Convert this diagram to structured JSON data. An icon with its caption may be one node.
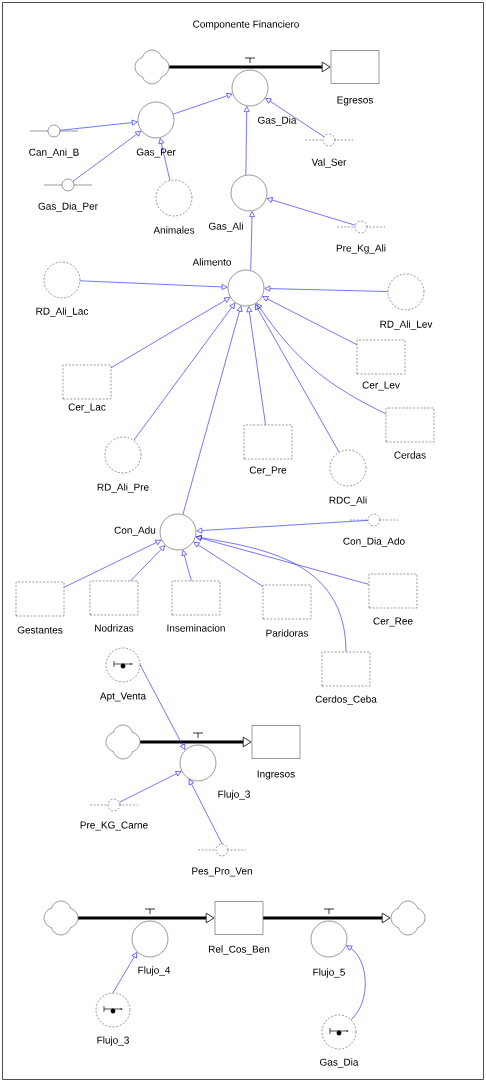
{
  "diagram": {
    "title": "Componente Financiero",
    "nodes": [
      {
        "text": [],
        "shape": "cloud"
      },
      {
        "text": [
          "Egresos"
        ]
      },
      {
        "text": [
          "Gas_Dia"
        ]
      },
      {
        "text": [
          "Can_Ani_B"
        ]
      },
      {
        "text": [
          "Gas_Per"
        ]
      },
      {
        "text": [
          "Gas_Dia_Per"
        ]
      },
      {
        "text": [
          "Animales"
        ]
      },
      {
        "text": [
          "Gas_Ali"
        ]
      },
      {
        "text": [
          "Val_Ser"
        ]
      },
      {
        "text": [
          "Pre_Kg_Ali"
        ]
      },
      {
        "text": [
          "Alimento"
        ]
      },
      {
        "text": [
          "RD_Ali_Lac"
        ]
      },
      {
        "text": [
          "RD_Ali_Lev"
        ]
      },
      {
        "text": [
          "Cer_Lac"
        ]
      },
      {
        "text": [
          "Cer_Lev"
        ]
      },
      {
        "text": [
          "Cer_Pre"
        ]
      },
      {
        "text": [
          "Cerdas"
        ]
      },
      {
        "text": [
          "RD_Ali_Pre"
        ]
      },
      {
        "text": [
          "RDC_Ali"
        ]
      },
      {
        "text": [
          "Con_Adu"
        ]
      },
      {
        "text": [
          "Con_Dia_Ado"
        ]
      },
      {
        "text": [
          "Gestantes"
        ]
      },
      {
        "text": [
          "Nodrizas"
        ]
      },
      {
        "text": [
          "Inseminacion"
        ]
      },
      {
        "text": [
          "Paridoras"
        ]
      },
      {
        "text": [
          "Cer_Ree"
        ]
      },
      {
        "text": [
          "Apt_Venta"
        ]
      },
      {
        "text": [
          "Cerdos_Ceba"
        ]
      },
      {
        "text": [],
        "shape": "cloud"
      },
      {
        "text": [
          "Ingresos"
        ]
      },
      {
        "text": [
          "Flujo_3"
        ]
      },
      {
        "text": [
          "Pre_KG_Carne"
        ]
      },
      {
        "text": [
          "Pes_Pro_Ven"
        ]
      },
      {
        "text": [],
        "shape": "cloud"
      },
      {
        "text": [
          "Flujo_4"
        ]
      },
      {
        "text": [
          "Rel_Cos_Ben"
        ]
      },
      {
        "text": [
          "Flujo_5"
        ]
      },
      {
        "text": [],
        "shape": "cloud"
      },
      {
        "text": [
          "Flujo_3"
        ]
      },
      {
        "text": [
          "Gas_Dia"
        ]
      }
    ],
    "edges": [
      {
        "from": 0,
        "to": 1,
        "arrow": "to",
        "style": "thick",
        "color": "#000000"
      },
      {
        "from": 3,
        "to": 4,
        "arrow": "to"
      },
      {
        "from": 5,
        "to": 4,
        "arrow": "to"
      },
      {
        "from": 6,
        "to": 4,
        "arrow": "to"
      },
      {
        "from": 4,
        "to": 2,
        "arrow": "to"
      },
      {
        "from": 7,
        "to": 2,
        "arrow": "to"
      },
      {
        "from": 8,
        "to": 2,
        "arrow": "to"
      },
      {
        "from": 9,
        "to": 7,
        "arrow": "to"
      },
      {
        "from": 10,
        "to": 7,
        "arrow": "to"
      },
      {
        "from": 11,
        "to": 10,
        "arrow": "to"
      },
      {
        "from": 12,
        "to": 10,
        "arrow": "to"
      },
      {
        "from": 13,
        "to": 10,
        "arrow": "to"
      },
      {
        "from": 14,
        "to": 10,
        "arrow": "to"
      },
      {
        "from": 15,
        "to": 10,
        "arrow": "to"
      },
      {
        "from": 16,
        "to": 10,
        "arrow": "to"
      },
      {
        "from": 17,
        "to": 10,
        "arrow": "to"
      },
      {
        "from": 18,
        "to": 10,
        "arrow": "to"
      },
      {
        "from": 19,
        "to": 10,
        "arrow": "to"
      },
      {
        "from": 20,
        "to": 19,
        "arrow": "to"
      },
      {
        "from": 21,
        "to": 19,
        "arrow": "to"
      },
      {
        "from": 22,
        "to": 19,
        "arrow": "to"
      },
      {
        "from": 23,
        "to": 19,
        "arrow": "to"
      },
      {
        "from": 24,
        "to": 19,
        "arrow": "to"
      },
      {
        "from": 25,
        "to": 19,
        "arrow": "to"
      },
      {
        "from": 27,
        "to": 19,
        "arrow": "to"
      },
      {
        "from": 28,
        "to": 29,
        "arrow": "to",
        "style": "thick",
        "color": "#000000"
      },
      {
        "from": 26,
        "to": 30,
        "arrow": "to"
      },
      {
        "from": 31,
        "to": 30,
        "arrow": "to"
      },
      {
        "from": 32,
        "to": 30,
        "arrow": "to"
      },
      {
        "from": 33,
        "to": 35,
        "arrow": "to",
        "style": "thick",
        "color": "#000000"
      },
      {
        "from": 35,
        "to": 37,
        "arrow": "to",
        "style": "thick",
        "color": "#000000"
      },
      {
        "from": 38,
        "to": 34,
        "arrow": "to"
      },
      {
        "from": 39,
        "to": 36,
        "arrow": "to"
      }
    ]
  }
}
